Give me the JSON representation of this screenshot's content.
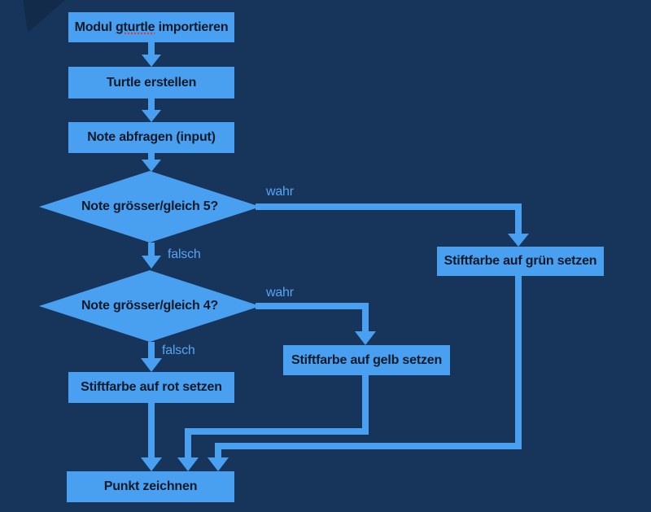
{
  "colors": {
    "background": "#17345A",
    "node_fill": "#4AA0F0",
    "node_text": "#0B1A29",
    "edge_label_text": "#55A5F4",
    "spellcheck_underline": "#E0382B"
  },
  "diagram": {
    "type": "flowchart",
    "language": "de",
    "nodes": {
      "import": {
        "shape": "process",
        "prefix": "Modul ",
        "misspelled_word": "gturtle",
        "suffix": " importieren"
      },
      "turtle": {
        "shape": "process",
        "label": "Turtle erstellen"
      },
      "note": {
        "shape": "process",
        "label": "Note abfragen (input)"
      },
      "decision5": {
        "shape": "decision",
        "label": "Note grösser/gleich 5?",
        "true_label": "wahr",
        "false_label": "falsch"
      },
      "decision4": {
        "shape": "decision",
        "label": "Note grösser/gleich 4?",
        "true_label": "wahr",
        "false_label": "falsch"
      },
      "gruen": {
        "shape": "process",
        "label": "Stiftfarbe auf grün setzen"
      },
      "gelb": {
        "shape": "process",
        "label": "Stiftfarbe auf gelb setzen"
      },
      "rot": {
        "shape": "process",
        "label": "Stiftfarbe auf rot setzen"
      },
      "punkt": {
        "shape": "process",
        "label": "Punkt zeichnen"
      }
    },
    "edges": [
      {
        "from": "import",
        "to": "turtle"
      },
      {
        "from": "turtle",
        "to": "note"
      },
      {
        "from": "note",
        "to": "decision5"
      },
      {
        "from": "decision5",
        "to": "gruen",
        "label": "wahr"
      },
      {
        "from": "decision5",
        "to": "decision4",
        "label": "falsch"
      },
      {
        "from": "decision4",
        "to": "gelb",
        "label": "wahr"
      },
      {
        "from": "decision4",
        "to": "rot",
        "label": "falsch"
      },
      {
        "from": "gruen",
        "to": "punkt"
      },
      {
        "from": "gelb",
        "to": "punkt"
      },
      {
        "from": "rot",
        "to": "punkt"
      }
    ]
  }
}
